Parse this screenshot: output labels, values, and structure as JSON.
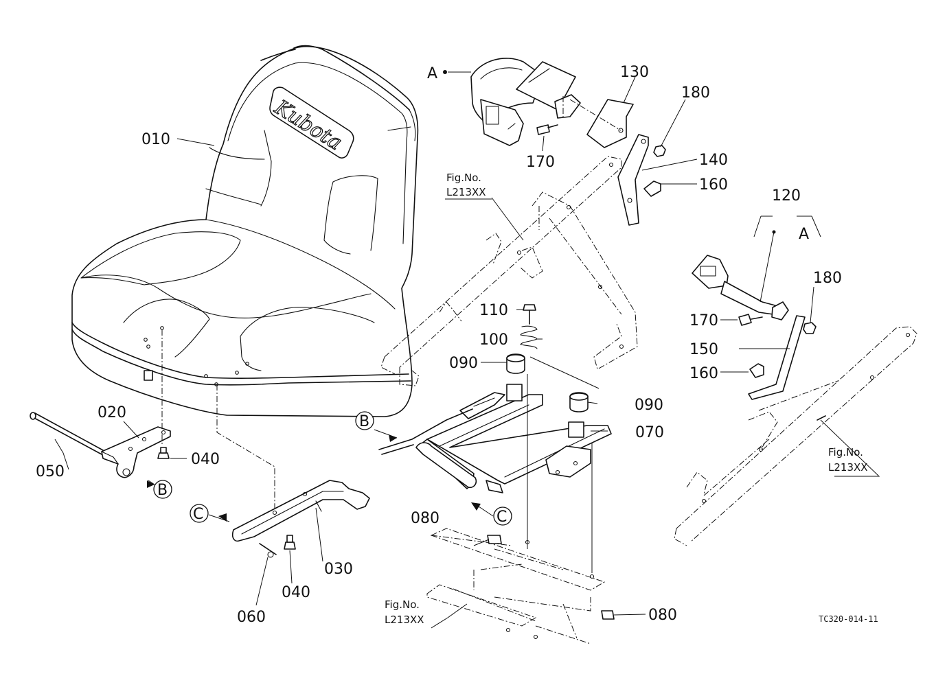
{
  "diagram": {
    "drawing_code": "TC320-014-11",
    "brand_on_seat": "Kubota",
    "part_labels": {
      "p010": "010",
      "p020": "020",
      "p030": "030",
      "p040a": "040",
      "p040b": "040",
      "p050": "050",
      "p060": "060",
      "p070": "070",
      "p080a": "080",
      "p080b": "080",
      "p090a": "090",
      "p090b": "090",
      "p100": "100",
      "p110": "110",
      "p120": "120",
      "p130": "130",
      "p140": "140",
      "p150": "150",
      "p160a": "160",
      "p160b": "160",
      "p170a": "170",
      "p170b": "170",
      "p180a": "180",
      "p180b": "180"
    },
    "reference_markers": {
      "a_top": "A",
      "a_right": "A",
      "b_circle": "B",
      "b_circle_2": "B",
      "c_circle": "C",
      "c_circle_2": "C"
    },
    "figure_refs": {
      "fig_top_line1": "Fig.No.",
      "fig_top_line2": "L213XX",
      "fig_right_line1": "Fig.No.",
      "fig_right_line2": "L213XX",
      "fig_bottom_line1": "Fig.No.",
      "fig_bottom_line2": "L213XX"
    }
  }
}
